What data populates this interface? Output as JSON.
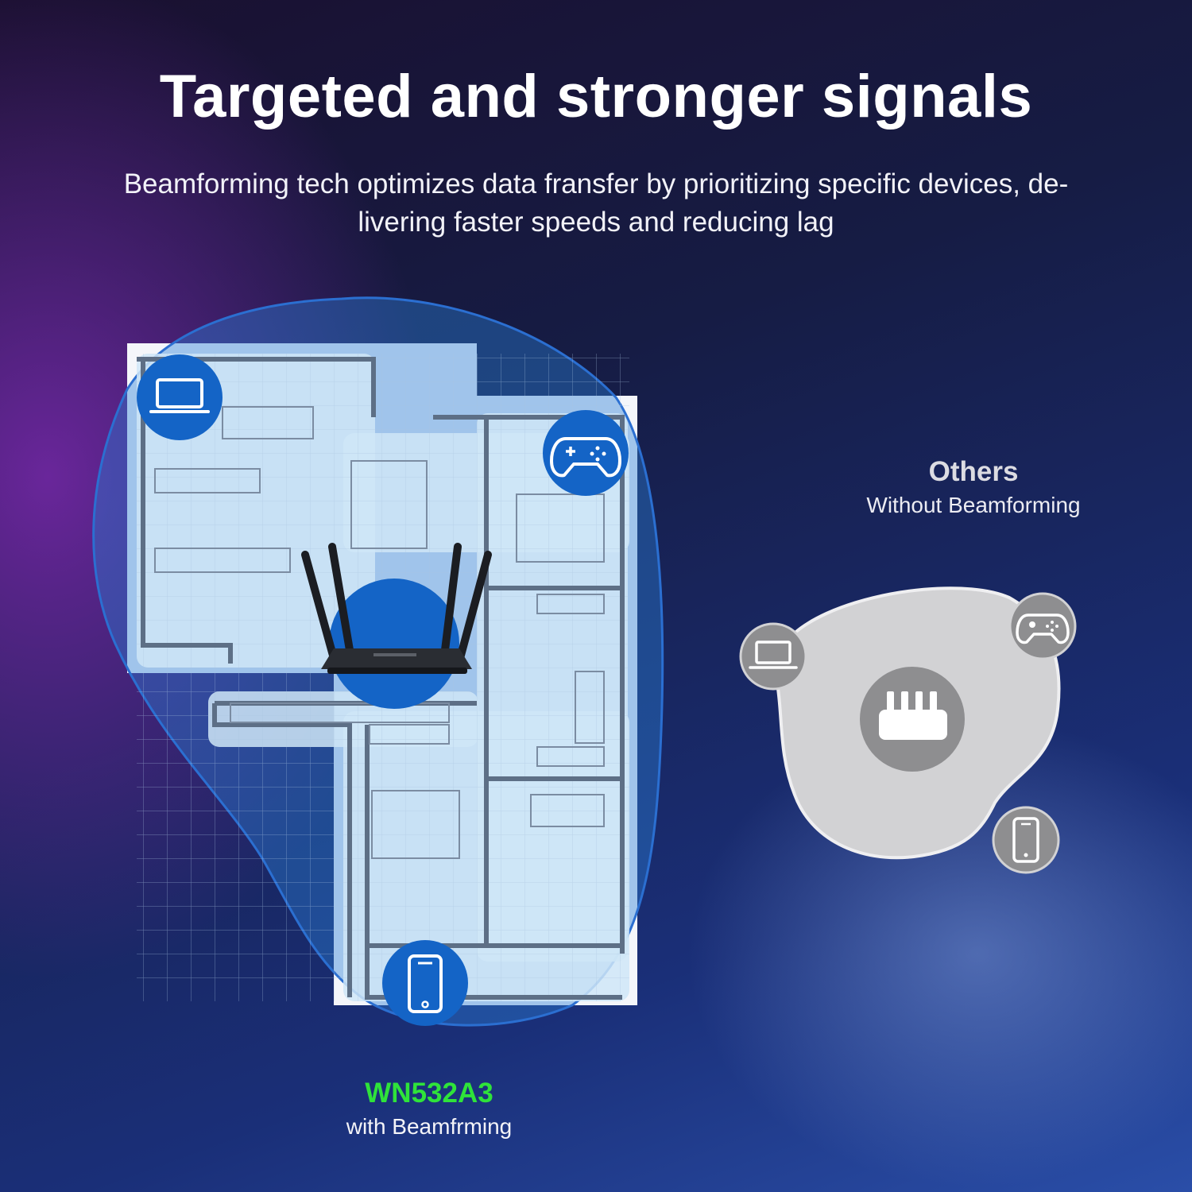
{
  "header": {
    "title": "Targeted and stronger signals",
    "subtitle_line1": "Beamforming tech optimizes data fransfer by prioritizing specific devices, de-",
    "subtitle_line2": "livering faster speeds and reducing lag"
  },
  "left_panel": {
    "model": "WN532A3",
    "caption": "with Beamfrming",
    "devices": [
      "laptop-icon",
      "gamepad-icon",
      "smartphone-icon"
    ],
    "router": "router-icon",
    "colors": {
      "model": "#2fe33a",
      "coverage": "#1e6fd0",
      "device_badge": "#1464c6"
    }
  },
  "right_panel": {
    "title": "Others",
    "caption": "Without Beamforming",
    "devices": [
      "laptop-icon",
      "gamepad-icon",
      "smartphone-icon"
    ],
    "router": "router-icon",
    "colors": {
      "coverage": "#d2d2d4",
      "badge": "#8e8e90"
    }
  }
}
